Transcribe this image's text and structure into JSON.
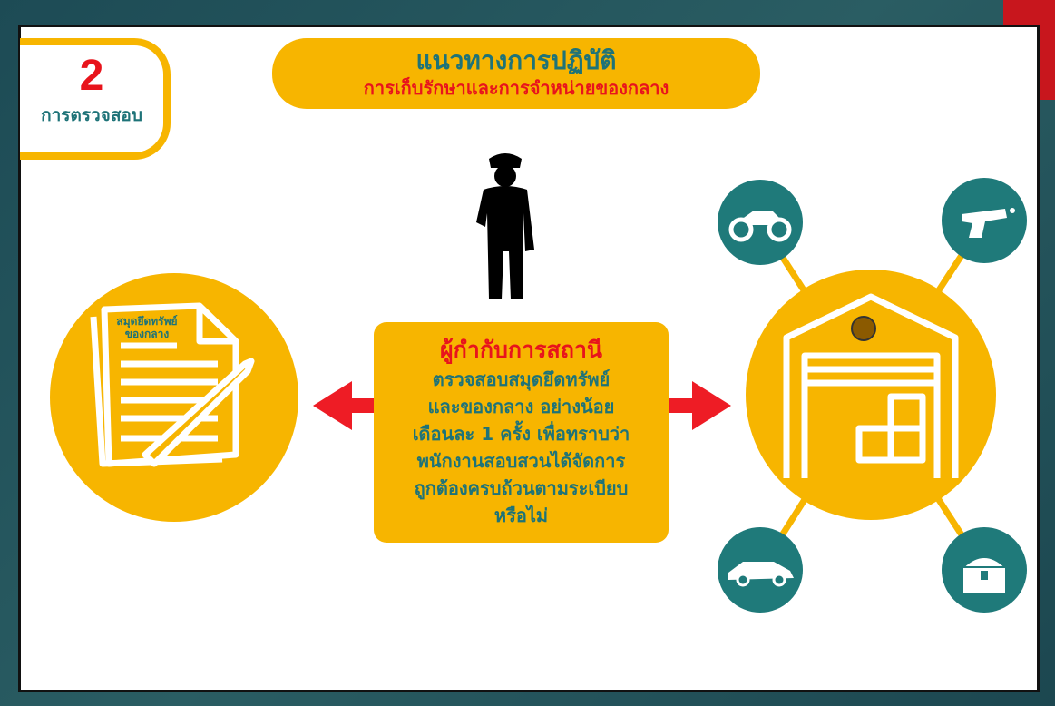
{
  "badge": {
    "number": "2",
    "label": "การตรวจสอบ"
  },
  "title": {
    "main": "แนวทางการปฏิบัติ",
    "subtitle": "การเก็บรักษาและการจำหน่ายของกลาง"
  },
  "notebook": {
    "label_line1": "สมุดยึดทรัพย์",
    "label_line2": "ของกลาง"
  },
  "center": {
    "heading": "ผู้กำกับการสถานี",
    "lines": [
      "ตรวจสอบสมุดยึดทรัพย์",
      "และของกลาง อย่างน้อย",
      "เดือนละ 1 ครั้ง เพื่อทราบว่า",
      "พนักงานสอบสวนได้จัดการ",
      "ถูกต้องครบถ้วนตามระเบียบ",
      "หรือไม่"
    ]
  },
  "icons": [
    "police-officer-icon",
    "notebook-icon",
    "warehouse-icon",
    "motorcycle-icon",
    "gun-icon",
    "car-icon",
    "treasure-chest-icon"
  ],
  "colors": {
    "yellow": "#f7b500",
    "teal": "#1e7378",
    "red": "#e8141c",
    "circle_teal": "#1f7a7a"
  }
}
